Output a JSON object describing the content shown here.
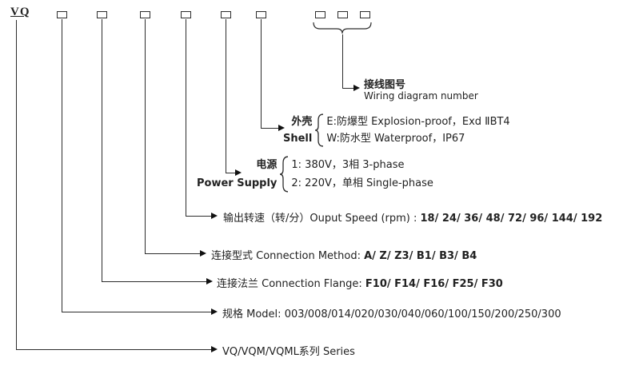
{
  "colors": {
    "line": "#2d2d2d",
    "background": "#ffffff",
    "text": "#222222"
  },
  "prefix": "VQ",
  "rows": {
    "wiring": {
      "cn": "接线图号",
      "en": "Wiring diagram number"
    },
    "shell": {
      "cn": "外壳",
      "en": "Shell",
      "opt1": "E:防爆型 Explosion-proof，Exd ⅡBT4",
      "opt2": "W:防水型 Waterproof，IP67"
    },
    "power": {
      "cn": "电源",
      "en": "Power Supply",
      "opt1": "1: 380V，3相 3-phase",
      "opt2": "2: 220V，单相 Single-phase"
    },
    "speed": {
      "label": "输出转速（转/分）Ouput Speed (rpm) : ",
      "values": "18/ 24/ 36/ 48/ 72/ 96/ 144/ 192"
    },
    "method": {
      "label": "连接型式 Connection Method: ",
      "values": "A/ Z/ Z3/ B1/ B3/ B4"
    },
    "flange": {
      "label": "连接法兰 Connection Flange: ",
      "values": "F10/ F14/ F16/ F25/ F30"
    },
    "model": {
      "label": "规格 Model: ",
      "values": "003/008/014/020/030/040/060/100/150/200/250/300"
    },
    "series": {
      "label": "VQ/VQM/VQML系列 Series"
    }
  }
}
